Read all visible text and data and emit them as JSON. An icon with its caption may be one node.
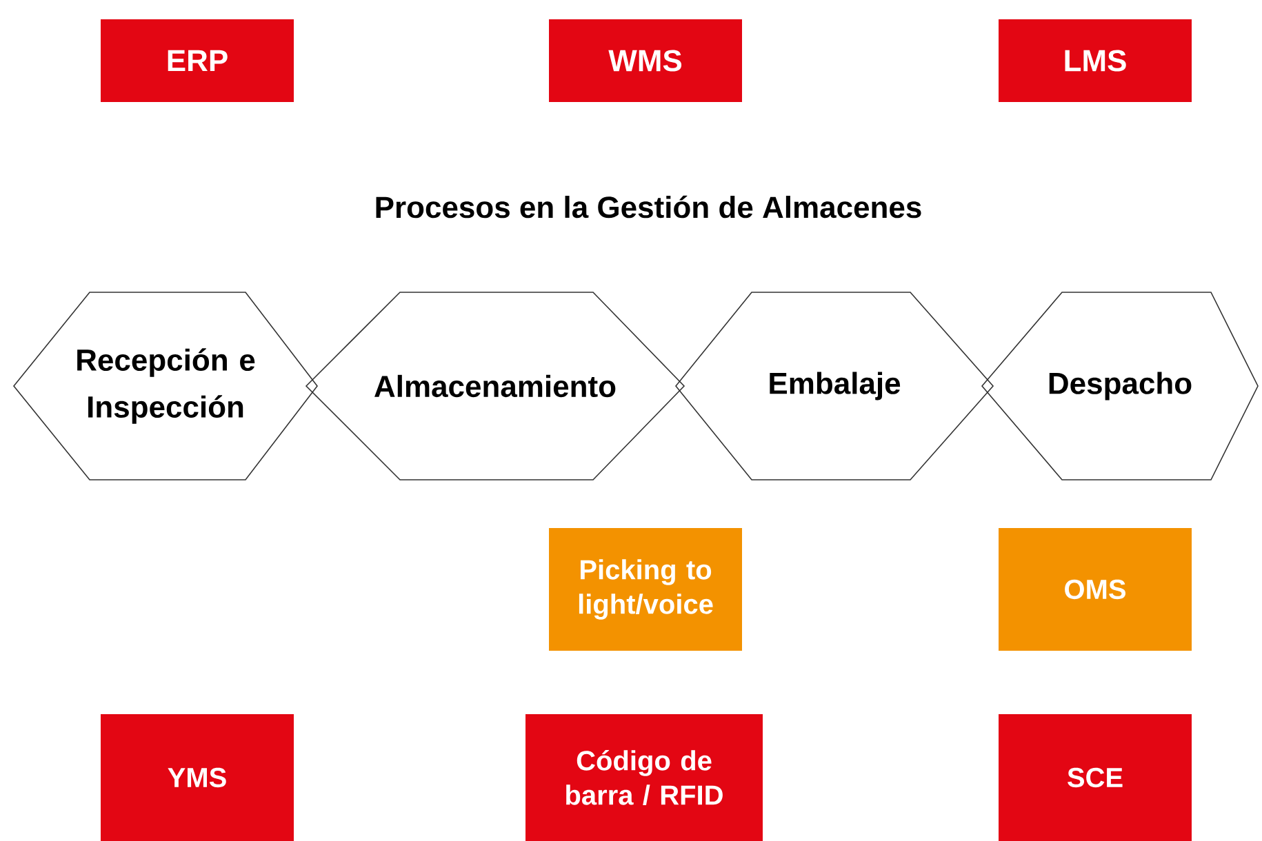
{
  "diagram": {
    "title": "Procesos en la Gestión de Almacenes",
    "nodes": [
      {
        "text": [
          "ERP"
        ]
      },
      {
        "text": [
          "WMS"
        ]
      },
      {
        "text": [
          "LMS"
        ]
      },
      {
        "text": [
          "Recepción e Inspección"
        ]
      },
      {
        "text": [
          "Almacenamiento"
        ]
      },
      {
        "text": [
          "Embalaje"
        ]
      },
      {
        "text": [
          "Despacho"
        ]
      },
      {
        "text": [
          "Picking to light/voice"
        ]
      },
      {
        "text": [
          "OMS"
        ]
      },
      {
        "text": [
          "YMS"
        ]
      },
      {
        "text": [
          "Código de barra / RFID"
        ]
      },
      {
        "text": [
          "SCE"
        ]
      }
    ]
  }
}
